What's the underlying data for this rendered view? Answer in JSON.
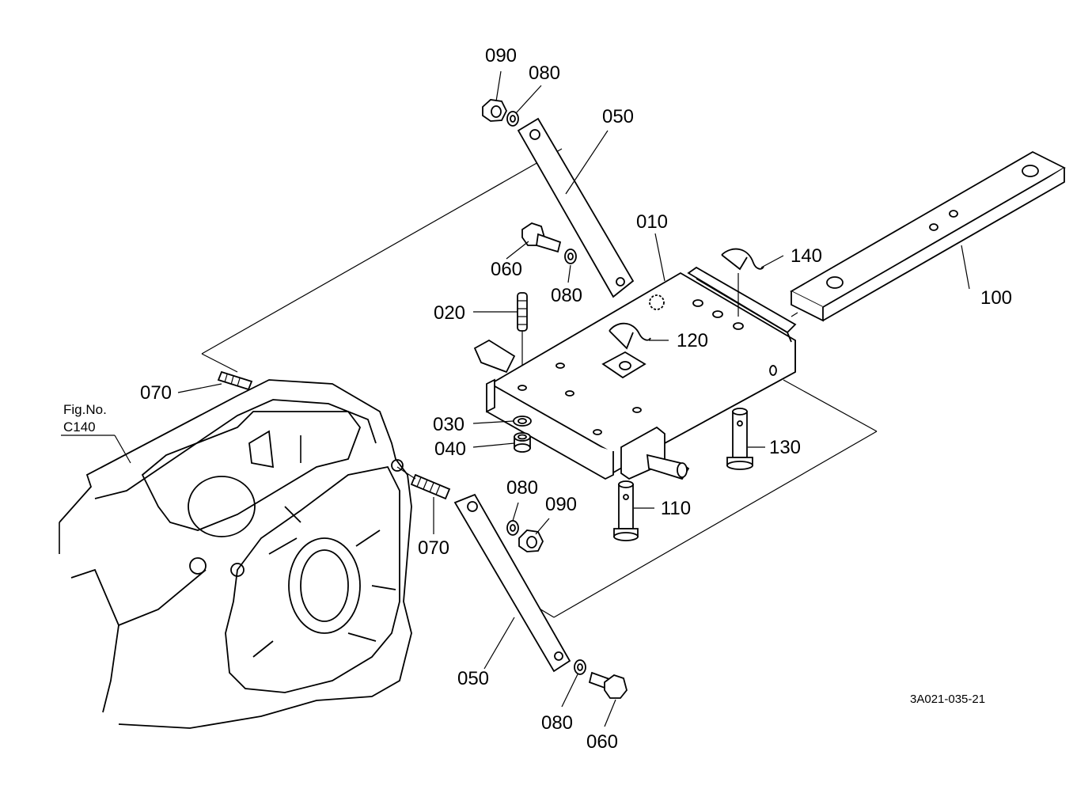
{
  "figure_ref": {
    "line1": "Fig.No.",
    "line2": "C140"
  },
  "drawing_code": "3A021-035-21",
  "callouts": {
    "p090_top": "090",
    "p080_top": "080",
    "p050_top": "050",
    "p010": "010",
    "p140": "140",
    "p060_top": "060",
    "p080_mid": "080",
    "p100": "100",
    "p020": "020",
    "p120": "120",
    "p070_left": "070",
    "p030": "030",
    "p040": "040",
    "p130": "130",
    "p080_low": "080",
    "p090_low": "090",
    "p110": "110",
    "p070_low": "070",
    "p050_low": "050",
    "p080_bottom": "080",
    "p060_bottom": "060"
  }
}
